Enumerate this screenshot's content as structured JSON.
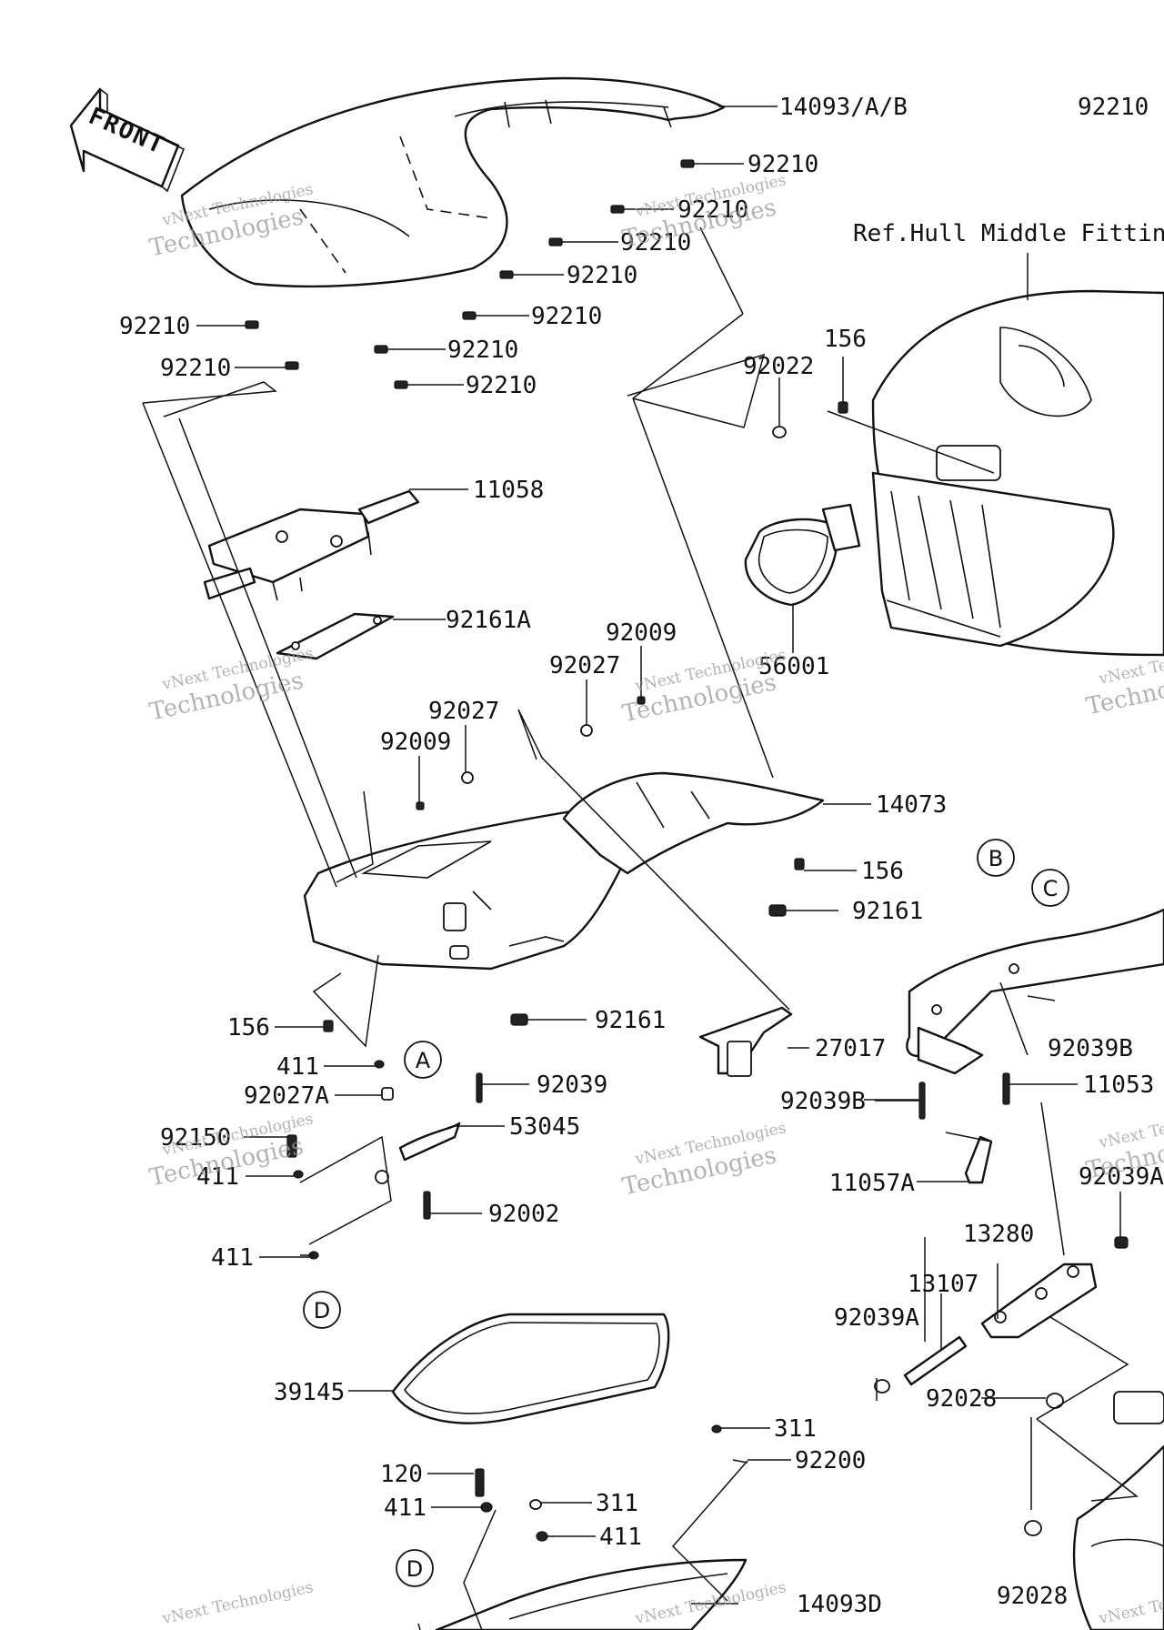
{
  "orientation": {
    "front_text": "FRONT"
  },
  "reference": {
    "text": "Ref.Hull Middle Fittings"
  },
  "callouts": [
    "14093/A/B",
    "92210",
    "92210",
    "92210",
    "92210",
    "92210",
    "92210",
    "92210",
    "92210",
    "92210",
    "92210",
    "92022",
    "156",
    "11058",
    "92161A",
    "56001",
    "92009",
    "92027",
    "92027",
    "92009",
    "14073",
    "156",
    "92161",
    "156",
    "92161",
    "411",
    "92027A",
    "92039",
    "27017",
    "92150",
    "53045",
    "411",
    "92002",
    "411",
    "92039B",
    "11053",
    "92039B",
    "11057A",
    "92039A",
    "13280",
    "13107",
    "92039A",
    "92028",
    "39145",
    "311",
    "92200",
    "120",
    "411",
    "311",
    "411",
    "14093D",
    "92028"
  ],
  "section_markers": [
    "A",
    "B",
    "C",
    "D",
    "D"
  ],
  "watermark": {
    "line1": "vNext Technologies",
    "line2": "Technologies"
  }
}
